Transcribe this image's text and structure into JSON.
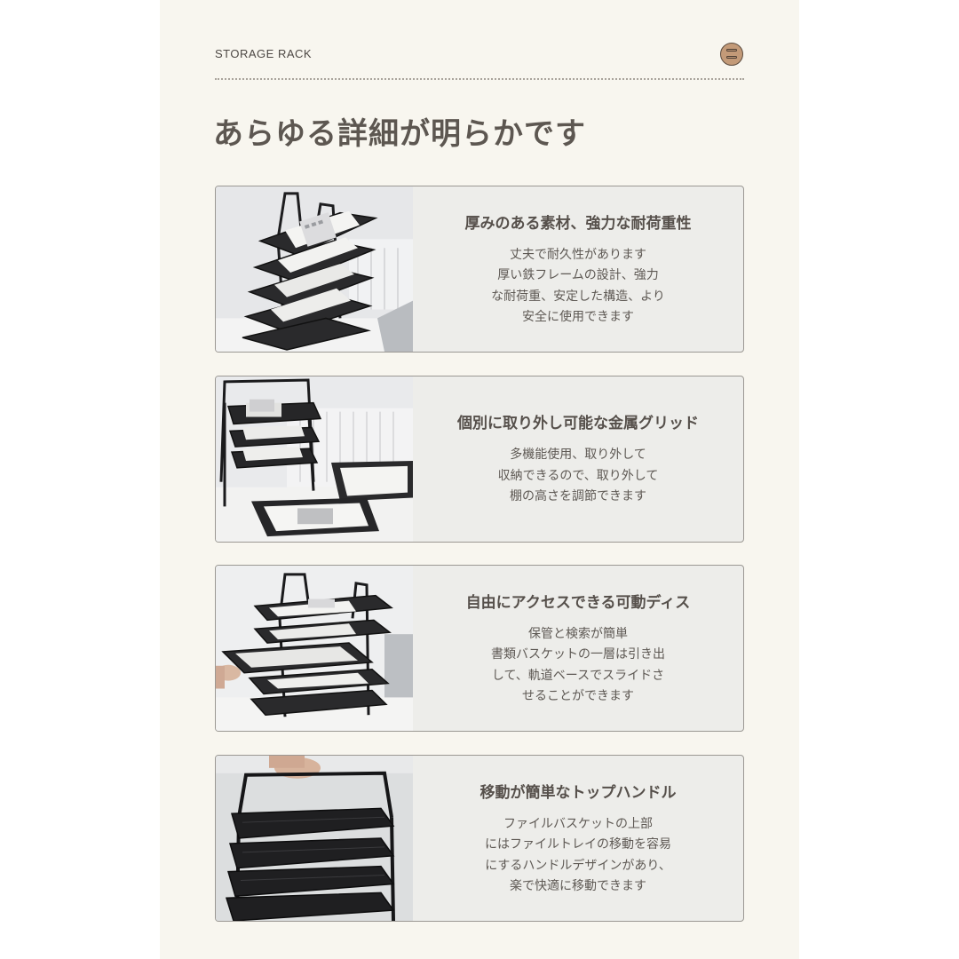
{
  "header": {
    "brand": "STORAGE RACK",
    "brand_icon": "storage-rack-icon"
  },
  "headline": "あらゆる詳細が明らかです",
  "colors": {
    "panel_background": "#f8f6ef",
    "card_background": "#ededea",
    "card_border": "#9b9893",
    "headline_text": "#5d5751",
    "brand_icon": "#c39a78"
  },
  "features": [
    {
      "title": "厚みのある素材、強力な耐荷重性",
      "lines": [
        "丈夫で耐久性があります",
        "厚い鉄フレームの設計、強力",
        "な耐荷重、安定した構造、より",
        "安全に使用できます"
      ]
    },
    {
      "title": "個別に取り外し可能な金属グリッド",
      "lines": [
        "多機能使用、取り外して",
        "収納できるので、取り外して",
        "棚の高さを調節できます"
      ]
    },
    {
      "title": "自由にアクセスできる可動ディス",
      "lines": [
        "保管と検索が簡単",
        "書類バスケットの一層は引き出",
        "して、軌道ベースでスライドさ",
        "せることができます"
      ]
    },
    {
      "title": "移動が簡単なトップハンドル",
      "lines": [
        "ファイルバスケットの上部",
        "にはファイルトレイの移動を容易",
        "にするハンドルデザインがあり、",
        "楽で快適に移動できます"
      ]
    }
  ]
}
